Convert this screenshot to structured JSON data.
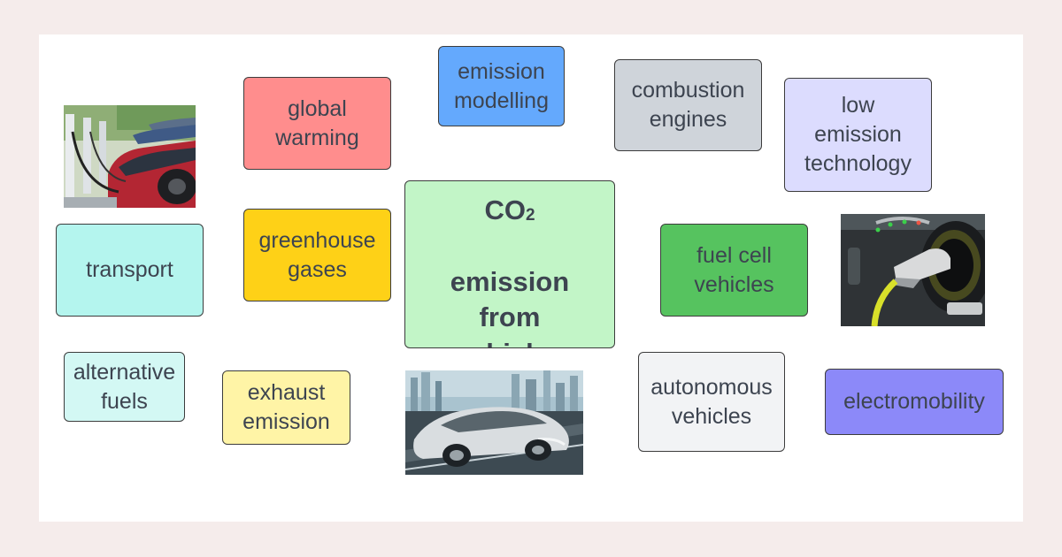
{
  "central": {
    "co2": "CO",
    "sub": "2",
    "text": "emission\nfrom\nvehicles"
  },
  "nodes": {
    "global_warming": "global\nwarming",
    "emission_modelling": "emission\nmodelling",
    "combustion_engines": "combustion\nengines",
    "low_emission_technology": "low\nemission\ntechnology",
    "transport": "transport",
    "greenhouse_gases": "greenhouse\ngases",
    "fuel_cell_vehicles": "fuel cell\nvehicles",
    "alternative_fuels": "alternative\nfuels",
    "exhaust_emission": "exhaust\nemission",
    "autonomous_vehicles": "autonomous\nvehicles",
    "electromobility": "electromobility"
  },
  "colors": {
    "page_background": "#f5eceb",
    "board_background": "#ffffff",
    "text": "#3d4450",
    "central": "#c2f5c7",
    "global_warming": "#ff8d8d",
    "emission_modelling": "#64a9fd",
    "combustion_engines": "#cfd4da",
    "low_emission_technology": "#dcdcfe",
    "transport": "#b4f5ee",
    "greenhouse_gases": "#fed117",
    "fuel_cell_vehicles": "#56c35f",
    "alternative_fuels": "#d3f8f4",
    "exhaust_emission": "#fff4a6",
    "autonomous_vehicles": "#f2f3f5",
    "electromobility": "#8c89f9"
  },
  "images": {
    "charging_station_cars": "photo of electric cars plugged in at a row of charging stations",
    "charging_plug": "photo of a charging plug inserted into an electric car port",
    "concept_car": "photo of a silver futuristic concept car on a city highway"
  }
}
